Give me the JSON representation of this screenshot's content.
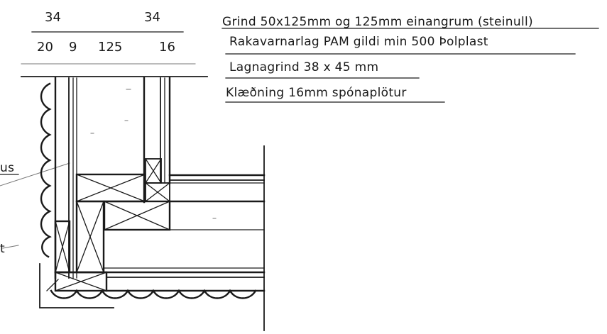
{
  "dimensions": {
    "top": [
      "34",
      "34"
    ],
    "bottom": [
      "20",
      "9",
      "125",
      "16"
    ]
  },
  "notes": [
    "Grind 50x125mm og 125mm einangrum (steinull)",
    "Rakavarnarlag PAM gildi min 500 Þolplast",
    "Lagnagrind 38 x 45 mm",
    "Klæðning 16mm spónaplötur"
  ],
  "partial_labels": [
    "us",
    "t"
  ]
}
